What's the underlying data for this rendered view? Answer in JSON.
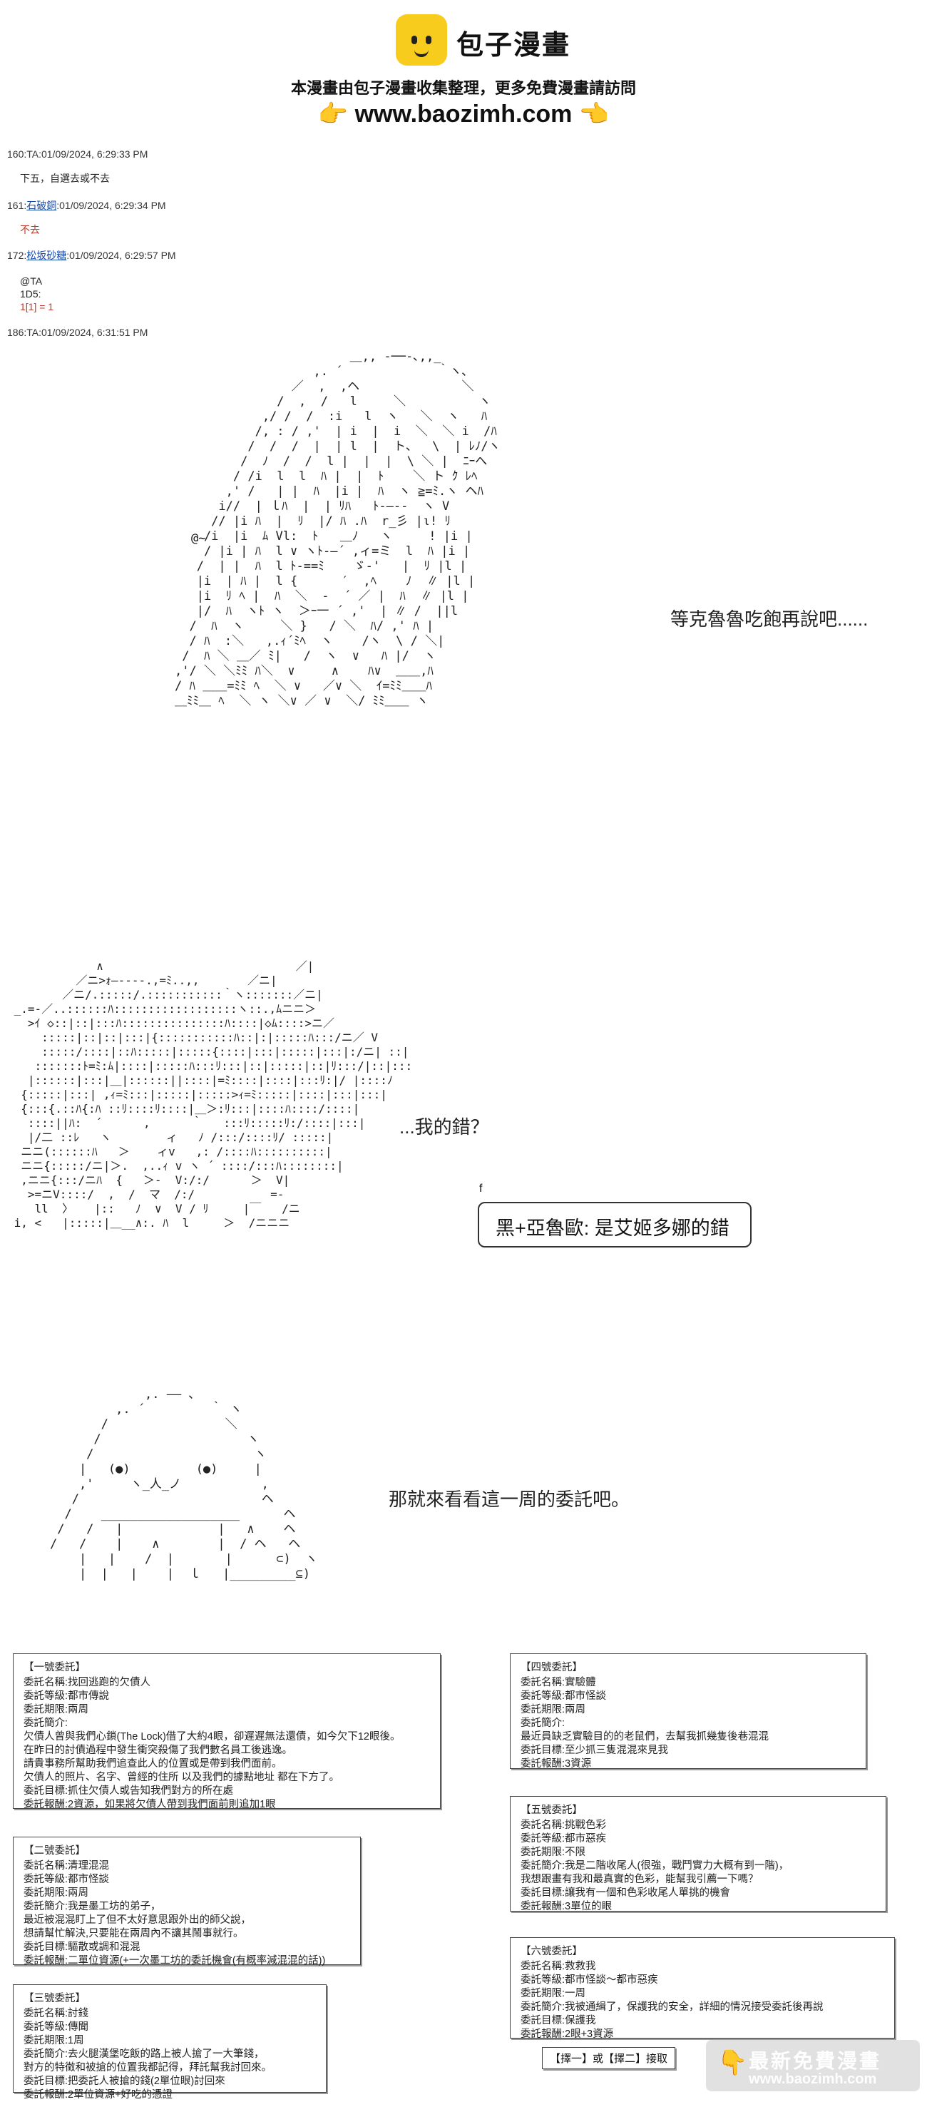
{
  "header": {
    "brand": "包子漫畫",
    "notice": "本漫畫由包子漫畫收集整理，更多免費漫畫請訪問",
    "url": "www.baozimh.com",
    "hand_icon": "pointing-hand-icon"
  },
  "posts": [
    {
      "head": "160:TA:01/09/2024, 6:29:33 PM",
      "body": "下五，自選去或不去"
    },
    {
      "head_num": "161:",
      "head_name": "石破銅",
      "head_time": ":01/09/2024, 6:29:34 PM",
      "body_red": "不去"
    },
    {
      "head_num": "172:",
      "head_name": "松坂砂糖",
      "head_time": ":01/09/2024, 6:29:57 PM",
      "lines": [
        "@TA",
        "1D5:"
      ],
      "line_red": "1[1] = 1"
    },
    {
      "head": "186:TA:01/09/2024, 6:31:51 PM"
    }
  ],
  "speech": {
    "s1": "等克魯魯吃飽再說吧......",
    "s2": "...我的錯？",
    "bubble": "黑+亞魯歐: 是艾姬多娜的錯",
    "s3": "那就來看看這一周的委託吧。"
  },
  "art": {
    "a1_tag": "@~",
    "a3_bubble_tag": "f"
  },
  "requests": [
    {
      "title": "【一號委託】",
      "lines": [
        "委託名稱:找回逃跑的欠債人",
        "委託等級:都市傳說",
        "委託期限:兩周",
        "委託簡介:",
        "欠債人曾與我們心鎖(The Lock)借了大約4眼，卻遲遲無法還債，如今欠下12眼後。",
        "在昨日的討債過程中發生衝突殺傷了我們數名員工後逃逸。",
        "請貴事務所幫助我們追查此人的位置或是帶到我們面前。",
        "欠債人的照片、名字、曾經的住所 以及我們的據點地址 都在下方了。",
        "委託目標:抓住欠債人或告知我們對方的所在處",
        "委託報酬:2資源，如果將欠債人帶到我們面前則追加1眼"
      ]
    },
    {
      "title": "【二號委託】",
      "lines": [
        "委託名稱:清理混混",
        "委託等級:都市怪談",
        "委託期限:兩周",
        "委託簡介:我是墨工坊的弟子，",
        "最近被混混盯上了但不太好意思跟外出的師父說，",
        "想請幫忙解決,只要能在兩周內不讓其鬧事就行。",
        "委託目標:驅散或調和混混",
        "委託報酬:二單位資源(+一次墨工坊的委託機會(有概率減混混的話))"
      ]
    },
    {
      "title": "【三號委託】",
      "lines": [
        "委託名稱:討錢",
        "委託等級:傳聞",
        "委託期限:1周",
        "委託簡介:去火腿漢堡吃飯的路上被人搶了一大筆錢，",
        "對方的特徵和被搶的位置我都記得，拜託幫我討回來。",
        "委託目標:把委託人被搶的錢(2單位眼)討回來",
        "委託報酬:2單位資源+好吃的憑證"
      ]
    },
    {
      "title": "【四號委託】",
      "lines": [
        "委託名稱:實驗體",
        "委託等級:都市怪談",
        "委託期限:兩周",
        "委託簡介:",
        "最近員缺乏實驗目的的老鼠們，去幫我抓幾隻後巷混混",
        "委託目標:至少抓三隻混混來見我",
        "委託報酬:3資源"
      ]
    },
    {
      "title": "【五號委託】",
      "lines": [
        "委託名稱:挑戰色彩",
        "委託等級:都市惡疾",
        "委託期限:不限",
        "委託簡介:我是二階收尾人(很強，戰鬥實力大概有到一階)，",
        "我想跟畫有我和最真實的色彩，能幫我引薦一下嗎？",
        "委託目標:讓我有一個和色彩收尾人單挑的機會",
        "委託報酬:3單位的眼"
      ]
    },
    {
      "title": "【六號委託】",
      "lines": [
        "委託名稱:救救我",
        "委託等級:都市怪談～都市惡疾",
        "委託期限:一周",
        "委託簡介:我被通緝了，保護我的安全，詳細的情況接受委託後再說",
        "委託目標:保護我",
        "委託報酬:2眼+3資源"
      ]
    }
  ],
  "choice": "【擇一】或【擇二】接取",
  "watermark": {
    "line1": "最新免費漫畫",
    "line2": "www.baozimh.com"
  }
}
